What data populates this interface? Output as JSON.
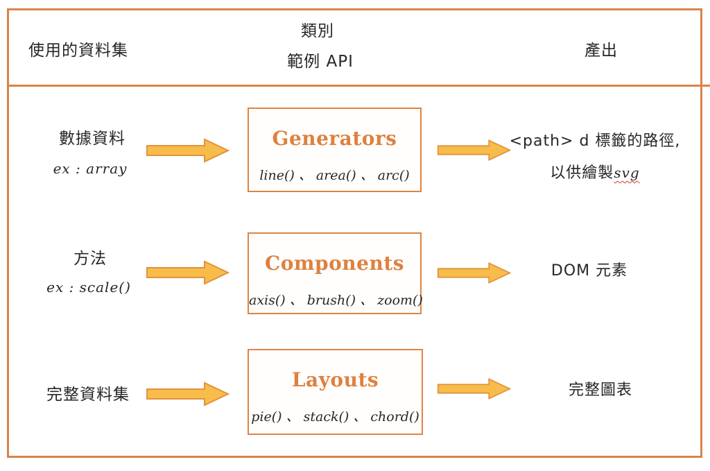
{
  "title": "D3 API 類別圖",
  "colors": {
    "frame_border": "#d9834b",
    "box_border": "#dd8444",
    "box_title": "#de813e",
    "arrow_fill": "#f7bc4a",
    "arrow_stroke": "#e2923e",
    "text": "#262626",
    "underline": "#d9352b"
  },
  "header": {
    "datasets": "使用的資料集",
    "category_line1": "類別",
    "category_line2": "範例 API",
    "output": "產出"
  },
  "rows": [
    {
      "input_line1": "數據資料",
      "input_line2": "ex : array",
      "box_title": "Generators",
      "box_apis": "line() 、 area() 、 arc()",
      "output_line1": "<path> d 標籤的路徑,",
      "output_line2_prefix": "以供繪製",
      "output_line2_mark": "svg"
    },
    {
      "input_line1": "方法",
      "input_line2": "ex : scale()",
      "box_title": "Components",
      "box_apis": "axis() 、 brush() 、 zoom()",
      "output_line1": "DOM 元素",
      "output_line2_prefix": "",
      "output_line2_mark": ""
    },
    {
      "input_line1": "完整資料集",
      "input_line2": "",
      "box_title": "Layouts",
      "box_apis": "pie() 、 stack() 、 chord()",
      "output_line1": "完整圖表",
      "output_line2_prefix": "",
      "output_line2_mark": ""
    }
  ],
  "icons": {
    "arrow": "arrow-right-icon"
  }
}
